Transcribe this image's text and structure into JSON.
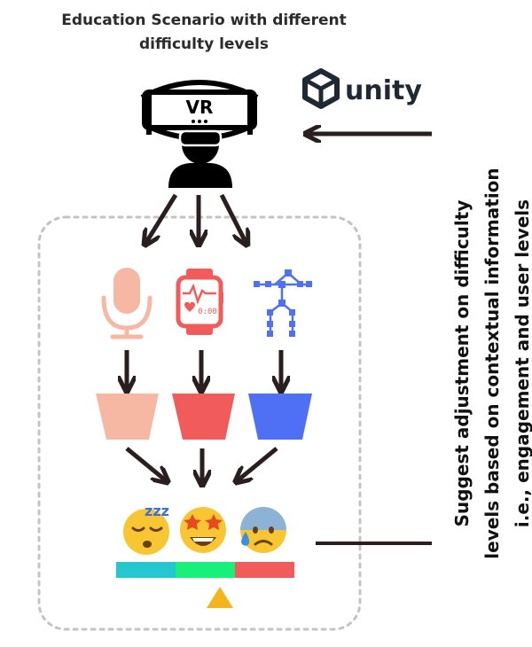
{
  "title": {
    "line1": "Education Scenario with different",
    "line2": "difficulty levels"
  },
  "vr_label": "VR",
  "unity_logo": {
    "text": "unity",
    "icon": "unity-logo-icon"
  },
  "feedback_text": {
    "line1": "Suggest adjustment on difficulty",
    "line2": "levels based on contextual information",
    "line3": "i.e., engagement and user levels"
  },
  "smartwatch_display": "0:00",
  "sensors": [
    {
      "icon": "microphone-icon",
      "color": "#f6b7a3"
    },
    {
      "icon": "smartwatch-icon",
      "color": "#f25b5b"
    },
    {
      "icon": "skeleton-pose-icon",
      "color": "#4f6ff5"
    }
  ],
  "models": [
    {
      "icon": "model-trapezoid-icon",
      "color": "#f6b7a3"
    },
    {
      "icon": "model-trapezoid-icon",
      "color": "#f25b5b"
    },
    {
      "icon": "model-trapezoid-icon",
      "color": "#4f6ff5"
    }
  ],
  "states": [
    {
      "icon": "sleepy-face-icon",
      "zz": "zzz"
    },
    {
      "icon": "star-struck-face-icon"
    },
    {
      "icon": "anxious-sweat-face-icon"
    }
  ],
  "scale": {
    "colors": [
      "#26c6d0",
      "#19f07a",
      "#f25b5b"
    ],
    "pointer_color": "#f3b51a"
  }
}
